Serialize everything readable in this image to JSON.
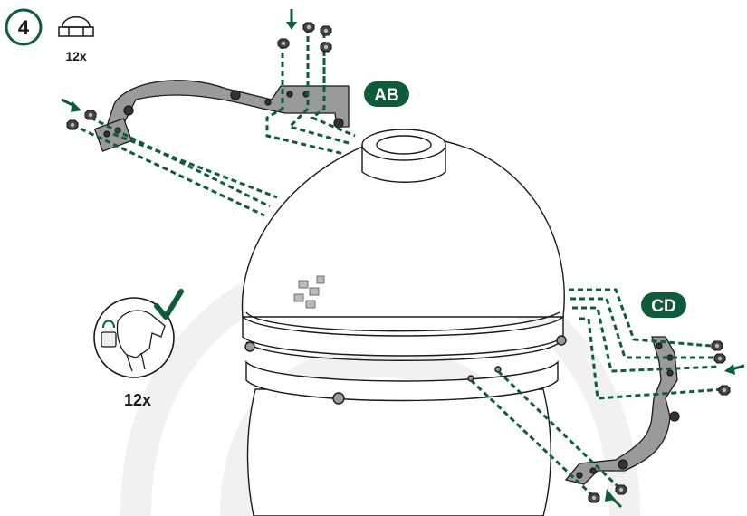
{
  "step": {
    "number": "4"
  },
  "hardware": {
    "quantity": "12x",
    "icon": "acorn-nut-icon"
  },
  "callouts": {
    "ab": {
      "label": "AB"
    },
    "cd": {
      "label": "CD"
    }
  },
  "detail": {
    "quantity": "12x",
    "icons": [
      "hand-tighten-icon",
      "checkmark-icon"
    ]
  },
  "colors": {
    "accent": "#0f5c3a",
    "line": "#1a1a1a",
    "bracket": "#9a9a9a",
    "watermark": "#f0f0f0"
  }
}
